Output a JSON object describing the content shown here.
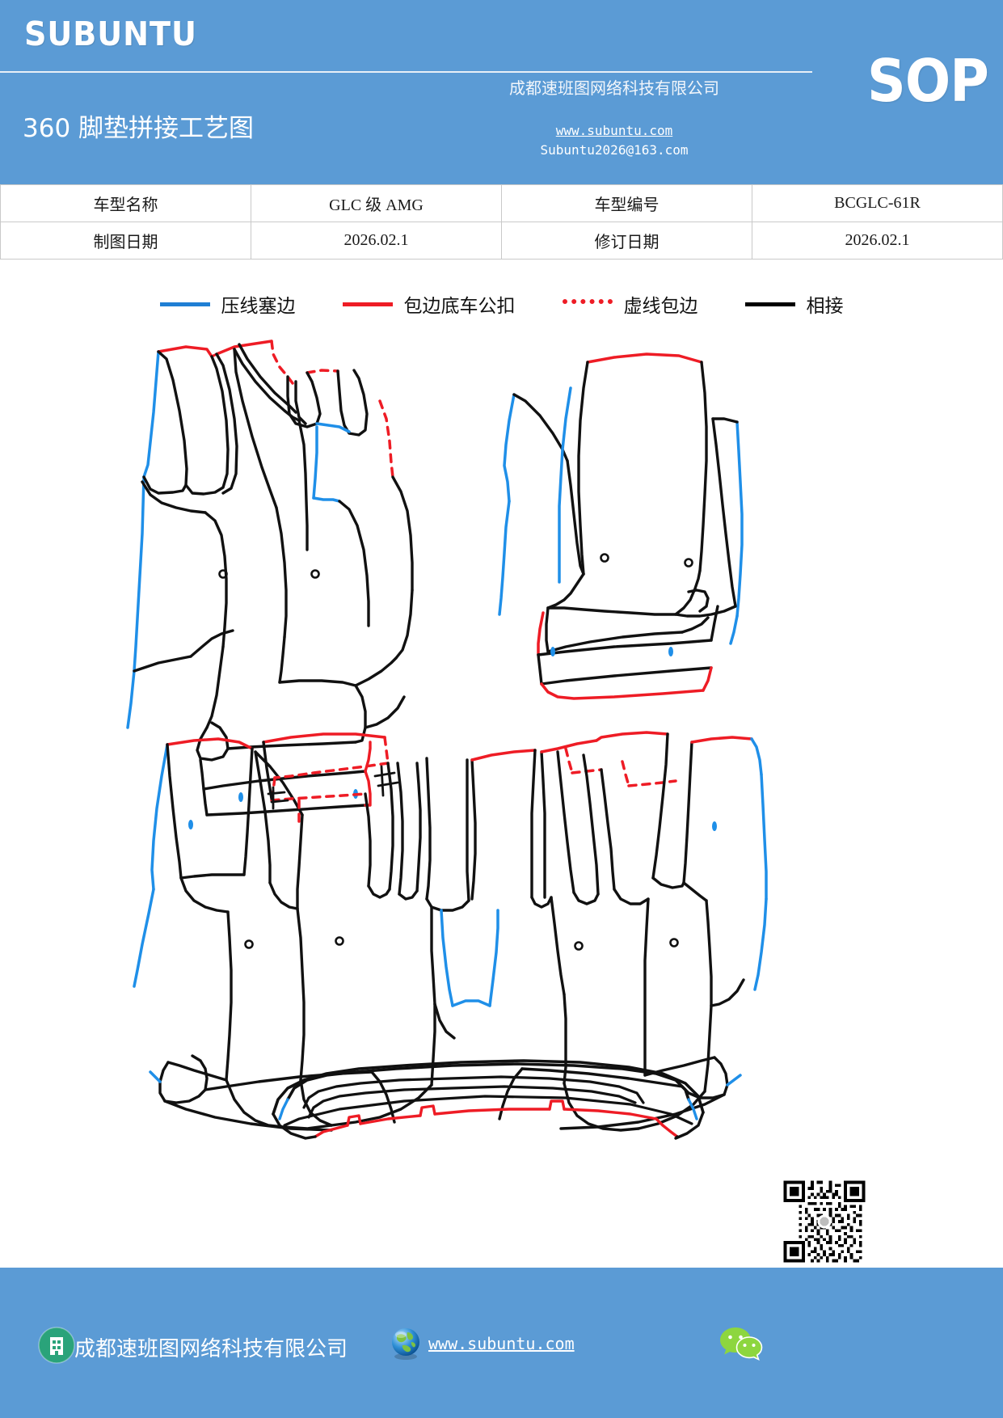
{
  "header": {
    "brand": "SUBUNTU",
    "doc_title": "360 脚垫拼接工艺图",
    "company_name": "成都速班图网络科技有限公司",
    "website": "www.subuntu.com",
    "email": "Subuntu2026@163.com",
    "badge": "SOP",
    "background_color": "#5b9bd5"
  },
  "info_table": {
    "rows": [
      {
        "label1": "车型名称",
        "value1": "GLC 级 AMG",
        "label2": "车型编号",
        "value2": "BCGLC-61R"
      },
      {
        "label1": "制图日期",
        "value1": "2026.02.1",
        "label2": "修订日期",
        "value2": "2026.02.1"
      }
    ]
  },
  "legend": {
    "items": [
      {
        "label": "压线塞边",
        "color": "#1f7fd4",
        "style": "solid",
        "icon": "solid-line-swatch"
      },
      {
        "label": "包边底车公扣",
        "color": "#ee1c25",
        "style": "solid",
        "icon": "solid-line-swatch"
      },
      {
        "label": "虚线包边",
        "color": "#ee1c25",
        "style": "dotted",
        "icon": "dotted-line-swatch"
      },
      {
        "label": "相接",
        "color": "#000000",
        "style": "solid",
        "icon": "solid-line-swatch"
      }
    ]
  },
  "drawing": {
    "title": "car-floor-mat-assembly-diagram",
    "line_colors": {
      "press_edge": "#1f8fe8",
      "binding_clip": "#ee1c25",
      "dashed_binding": "#ee1c25",
      "seam": "#111111"
    },
    "groups": [
      {
        "name": "front-left-mat-group",
        "label": ""
      },
      {
        "name": "front-right-mat-group",
        "label": ""
      },
      {
        "name": "rear-mat-group",
        "label": ""
      },
      {
        "name": "trunk-sill-strip-group",
        "label": ""
      }
    ]
  },
  "footer": {
    "company_name": "成都速班图网络科技有限公司",
    "website": "www.subuntu.com",
    "company_icon": "building-icon",
    "globe_icon": "globe-icon",
    "wechat_icon": "wechat-icon",
    "qr_icon": "qr-code",
    "background_color": "#5b9bd5"
  }
}
